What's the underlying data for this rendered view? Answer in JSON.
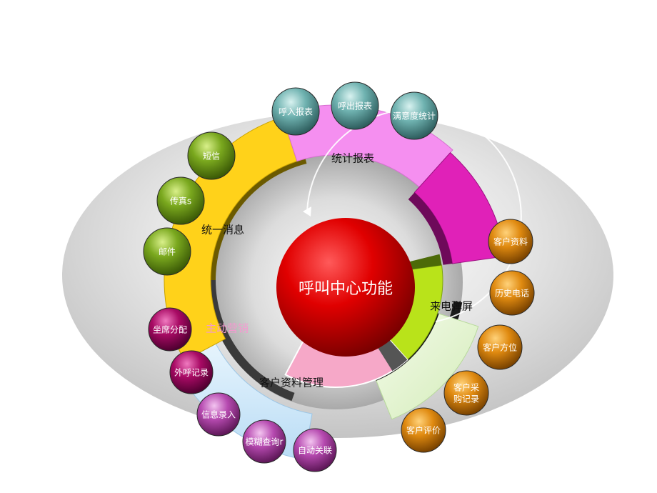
{
  "center": {
    "label": "呼叫中心功能"
  },
  "sections": {
    "stats": "统计报表",
    "messaging": "统一消息",
    "popup": "来电弹屏",
    "customer_mgmt": "客户资料管理",
    "marketing": "主动营销"
  },
  "nodes": {
    "stats_inbound": "呼入报表",
    "stats_outbound": "呼出报表",
    "stats_satisfaction": "满意度统计",
    "msg_sms": "短信",
    "msg_fax": "传真s",
    "msg_email": "邮件",
    "mkt_seat": "坐席分配",
    "mkt_outcall": "外呼记录",
    "cust_entry": "信息录入",
    "cust_fuzzy": "模糊查询r",
    "cust_link": "自动关联",
    "pop_profile": "客户资料",
    "pop_history": "历史电话",
    "pop_location": "客户方位",
    "pop_purchase_1": "客户采",
    "pop_purchase_2": "购记录",
    "pop_eval": "客户评价"
  },
  "colors": {
    "stats": "#f58ff0",
    "stats_dark": "#e021b8",
    "messaging": "#ffd21a",
    "popup": "#b9e31a",
    "customer_mgmt": "#f6a8c8",
    "lightblue": "#cfe8fa",
    "lightgreen": "#e9f7d8",
    "teal_node": "#4c8f8f",
    "green_node": "#5f8f12",
    "purple_node": "#a03a9a",
    "magenta_node": "#9a0a5a",
    "orange_node": "#d4860e",
    "core": "#e00000"
  }
}
